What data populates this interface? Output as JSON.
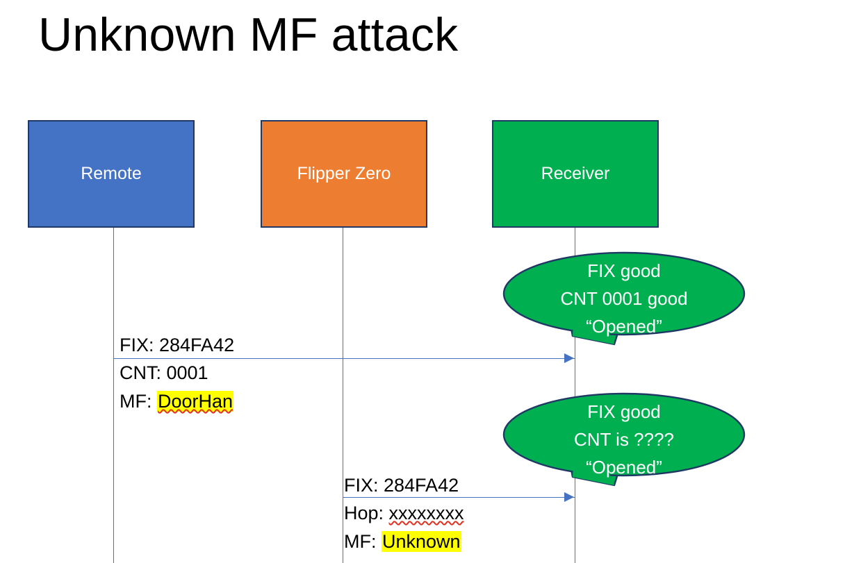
{
  "slide": {
    "title": "Unknown MF attack",
    "background": "#ffffff"
  },
  "colors": {
    "remote_box": "#4472C4",
    "flipper_box": "#ED7D31",
    "receiver_box": "#00B050",
    "box_border": "#1F3864",
    "lifeline": "#4472C4",
    "arrow": "#4472C4",
    "bubble_fill": "#00B050",
    "bubble_stroke": "#1F3864",
    "highlight": "#FFFF00",
    "spellcheck_squiggle": "#E03020",
    "text": "#000000",
    "box_text": "#FFFFFF"
  },
  "actors": [
    {
      "id": "remote",
      "label": "Remote"
    },
    {
      "id": "flipper",
      "label": "Flipper Zero"
    },
    {
      "id": "receiver",
      "label": "Receiver"
    }
  ],
  "messages": [
    {
      "id": "msg-1",
      "from": "remote",
      "to": "receiver",
      "line_above": "FIX: 284FA42",
      "line_below_1": "CNT: 0001",
      "line_below_2_label": "MF: ",
      "line_below_2_value": "DoorHan",
      "value_highlighted": true,
      "value_spellchecked": true
    },
    {
      "id": "msg-2",
      "from": "flipper",
      "to": "receiver",
      "line_above": "FIX: 284FA42",
      "line_below_1_label": "Hop: ",
      "line_below_1_value": "xxxxxxxx",
      "line_below_2_label": "MF: ",
      "line_below_2_value": "Unknown",
      "value_highlighted": true,
      "value_spellchecked": true
    }
  ],
  "callouts": [
    {
      "id": "callout-1",
      "attached_to": "msg-1",
      "line1": "FIX good",
      "line2": "CNT 0001 good",
      "line3": "“Opened”"
    },
    {
      "id": "callout-2",
      "attached_to": "msg-2",
      "line1": "FIX good",
      "line2": "CNT is ????",
      "line3": "“Opened”"
    }
  ]
}
